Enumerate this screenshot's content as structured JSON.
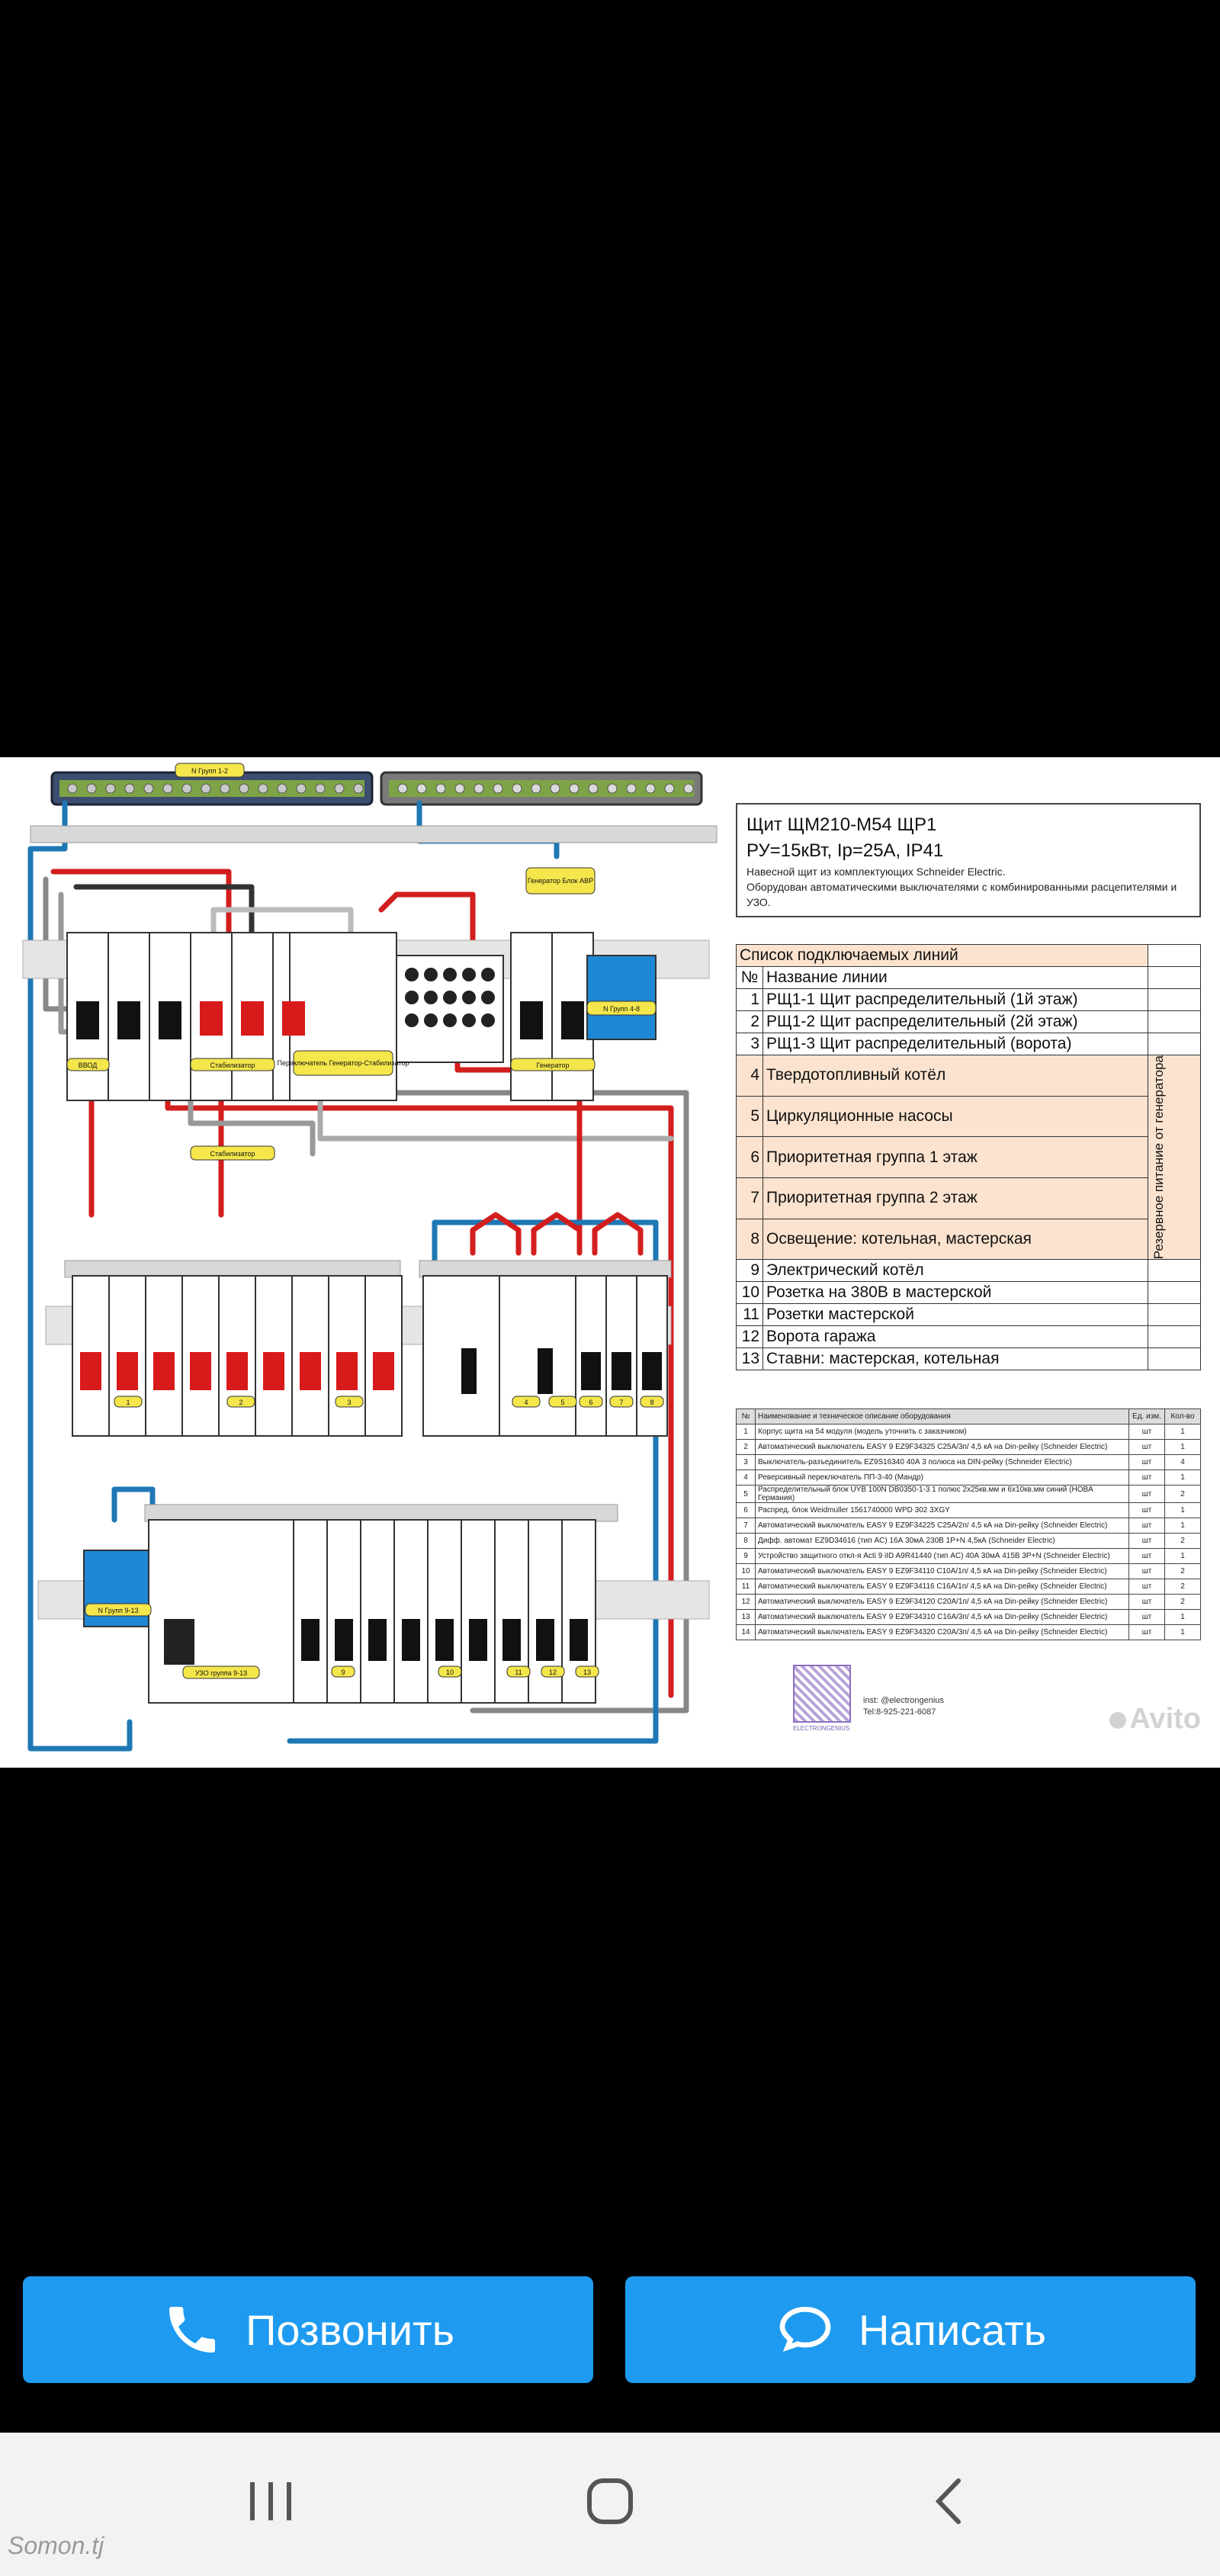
{
  "diagram": {
    "labels": {
      "busbar_n": "N Групп 1-2",
      "gen_block": "Генератор Блок АВР",
      "vvod": "ВВОД",
      "stabilizer_1": "Стабилизатор",
      "stabilizer_2": "Стабилизатор",
      "switch_label": "Переключатель Генератор-Стабилизатор",
      "generator": "Генератор",
      "n_group_46": "N Групп 4-8",
      "n_group_913": "N Групп 9-13",
      "uzo_group": "УЗО группа 9-13",
      "row2_numbers": [
        "1",
        "2",
        "3"
      ],
      "row2b_numbers": [
        "4",
        "5",
        "6",
        "7",
        "8"
      ],
      "row3_numbers": [
        "9",
        "10",
        "11",
        "12",
        "13"
      ]
    }
  },
  "info": {
    "title": "Щит ЩМ210-М54 ЩР1",
    "power": "РУ=15кВт, Iр=25А, IP41",
    "desc_1": "Навесной щит из комплектующих Schneider Electric.",
    "desc_2": "Оборудован автоматическими выключателями с комбинированными расцепителями и УЗО.",
    "lines_header": "Список подключаемых линий",
    "col_num": "№",
    "col_name": "Название линии",
    "gen_note": "Резервное питание от генератора",
    "lines": [
      {
        "n": "1",
        "name": "РЩ1-1 Щит распределительный (1й этаж)",
        "shade": false
      },
      {
        "n": "2",
        "name": "РЩ1-2 Щит распределительный (2й этаж)",
        "shade": false
      },
      {
        "n": "3",
        "name": "РЩ1-3 Щит распределительный (ворота)",
        "shade": false
      },
      {
        "n": "4",
        "name": "Твердотопливный котёл",
        "shade": true
      },
      {
        "n": "5",
        "name": "Циркуляционные насосы",
        "shade": true
      },
      {
        "n": "6",
        "name": "Приоритетная группа 1 этаж",
        "shade": true
      },
      {
        "n": "7",
        "name": "Приоритетная группа 2 этаж",
        "shade": true
      },
      {
        "n": "8",
        "name": "Освещение: котельная, мастерская",
        "shade": true
      },
      {
        "n": "9",
        "name": "Электрический котёл",
        "shade": false
      },
      {
        "n": "10",
        "name": "Розетка на 380В в мастерской",
        "shade": false
      },
      {
        "n": "11",
        "name": "Розетки мастерской",
        "shade": false
      },
      {
        "n": "12",
        "name": "Ворота гаража",
        "shade": false
      },
      {
        "n": "13",
        "name": "Ставни: мастерская, котельная",
        "shade": false
      }
    ],
    "equip_head": {
      "n": "№",
      "name": "Наименование и техническое описание оборудования",
      "unit": "Ед. изм.",
      "qty": "Кол-во"
    },
    "equipment": [
      {
        "n": "1",
        "name": "Корпус щита на 54 модуля (модель уточнить с заказчиком)",
        "unit": "шт",
        "qty": "1"
      },
      {
        "n": "2",
        "name": "Автоматический выключатель EASY 9 EZ9F34325 C25A/3п/ 4,5 кА на Din-рейку (Schneider Electric)",
        "unit": "шт",
        "qty": "1"
      },
      {
        "n": "3",
        "name": "Выключатель-разъединитель EZ9S16340 40А 3 полюса на DIN-рейку (Schneider Electric)",
        "unit": "шт",
        "qty": "4"
      },
      {
        "n": "4",
        "name": "Реверсивный переключатель ПП-3-40 (Мандр)",
        "unit": "шт",
        "qty": "1"
      },
      {
        "n": "5",
        "name": "Распределительный блок UYB 100N DB0350-1-3 1 полюс 2х25кв.мм и 6х10кв.мм синий (HOBA Германия)",
        "unit": "шт",
        "qty": "2"
      },
      {
        "n": "6",
        "name": "Распред. блок Weidmuller 1561740000 WPD 302 3XGY",
        "unit": "шт",
        "qty": "1"
      },
      {
        "n": "7",
        "name": "Автоматический выключатель EASY 9 EZ9F34225 C25A/2п/ 4,5 кА на Din-рейку (Schneider Electric)",
        "unit": "шт",
        "qty": "1"
      },
      {
        "n": "8",
        "name": "Дифф. автомат EZ9D34616 (тип AC) 16А 30мА 230В 1P+N 4,5кА (Schneider Electric)",
        "unit": "шт",
        "qty": "2"
      },
      {
        "n": "9",
        "name": "Устройство защитного откл-я Acti 9 iID A9R41440 (тип AC) 40А 30мА 415В 3P+N (Schneider Electric)",
        "unit": "шт",
        "qty": "1"
      },
      {
        "n": "10",
        "name": "Автоматический выключатель EASY 9 EZ9F34110 C10A/1п/ 4,5 кА на Din-рейку (Schneider Electric)",
        "unit": "шт",
        "qty": "2"
      },
      {
        "n": "11",
        "name": "Автоматический выключатель EASY 9 EZ9F34116 C16A/1п/ 4,5 кА на Din-рейку (Schneider Electric)",
        "unit": "шт",
        "qty": "2"
      },
      {
        "n": "12",
        "name": "Автоматический выключатель EASY 9 EZ9F34120 C20A/1п/ 4,5 кА на Din-рейку (Schneider Electric)",
        "unit": "шт",
        "qty": "2"
      },
      {
        "n": "13",
        "name": "Автоматический выключатель EASY 9 EZ9F34310 C16A/3п/ 4,5 кА на Din-рейку (Schneider Electric)",
        "unit": "шт",
        "qty": "1"
      },
      {
        "n": "14",
        "name": "Автоматический выключатель EASY 9 EZ9F34320 C20A/3п/ 4,5 кА на Din-рейку (Schneider Electric)",
        "unit": "шт",
        "qty": "1"
      }
    ],
    "contact_1": "inst: @electrongenius",
    "contact_2": "Tel:8-925-221-6087",
    "qr_caption": "ELECTRONGENIUS",
    "watermark": "Avito"
  },
  "actions": {
    "call_label": "Позвонить",
    "write_label": "Написать"
  },
  "footer": {
    "brand": "Somon.tj"
  },
  "colors": {
    "button": "#1e9bf0",
    "busbar_green": "#7ea346",
    "breaker_red": "#d81a1a",
    "wire_red": "#d31e1e",
    "wire_blue": "#1f78b4",
    "label_yellow": "#f4e64b"
  },
  "icons": [
    "phone-icon",
    "chat-icon",
    "recent-apps-icon",
    "home-icon",
    "back-icon"
  ]
}
